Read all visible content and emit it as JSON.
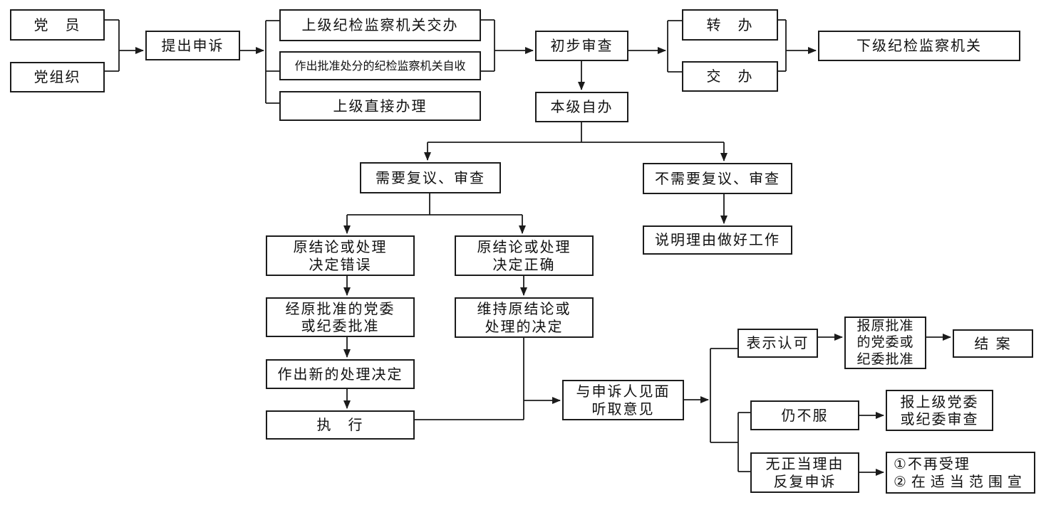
{
  "nodes": {
    "party_member": {
      "label": "党　员"
    },
    "party_organization": {
      "label": "党组织"
    },
    "file_appeal": {
      "label": "提出申诉"
    },
    "higher_organ_assign": {
      "label": "上级纪检监察机关交办"
    },
    "approving_organ_receive": {
      "label": "作出批准处分的纪检监察机关自收"
    },
    "higher_direct_handle": {
      "label": "上级直接办理"
    },
    "preliminary_review": {
      "label": "初步审查"
    },
    "self_handle": {
      "label": "本级自办"
    },
    "transfer": {
      "label": "转　办"
    },
    "assign": {
      "label": "交　办"
    },
    "lower_organ": {
      "label": "下级纪检监察机关"
    },
    "need_review": {
      "label": "需要复议、审查"
    },
    "no_need_review": {
      "label": "不需要复议、审查"
    },
    "explain_reasons": {
      "label": "说明理由做好工作"
    },
    "original_wrong": {
      "label": "原结论或处理\n决定错误"
    },
    "original_correct": {
      "label": "原结论或处理\n决定正确"
    },
    "original_committee_approve": {
      "label": "经原批准的党委\n或纪委批准"
    },
    "maintain_original": {
      "label": "维持原结论或\n处理的决定"
    },
    "new_decision": {
      "label": "作出新的处理决定"
    },
    "execute": {
      "label": "执　行"
    },
    "meet_appellant": {
      "label": "与申诉人见面\n听取意见"
    },
    "express_approval": {
      "label": "表示认可"
    },
    "report_original_committee": {
      "label": "报原批准\n的党委或\n纪委批准"
    },
    "case_closed": {
      "label": "结 案"
    },
    "still_refuse": {
      "label": "仍不服"
    },
    "report_higher_committee": {
      "label": "报上级党委\n或纪委审查"
    },
    "repeat_appeal_no_reason": {
      "label": "无正当理由\n反复申诉"
    },
    "final_outcome": {
      "line1": "①不再受理",
      "line2": "②在适当范围宣"
    }
  },
  "line_color": "#1b1b1b"
}
